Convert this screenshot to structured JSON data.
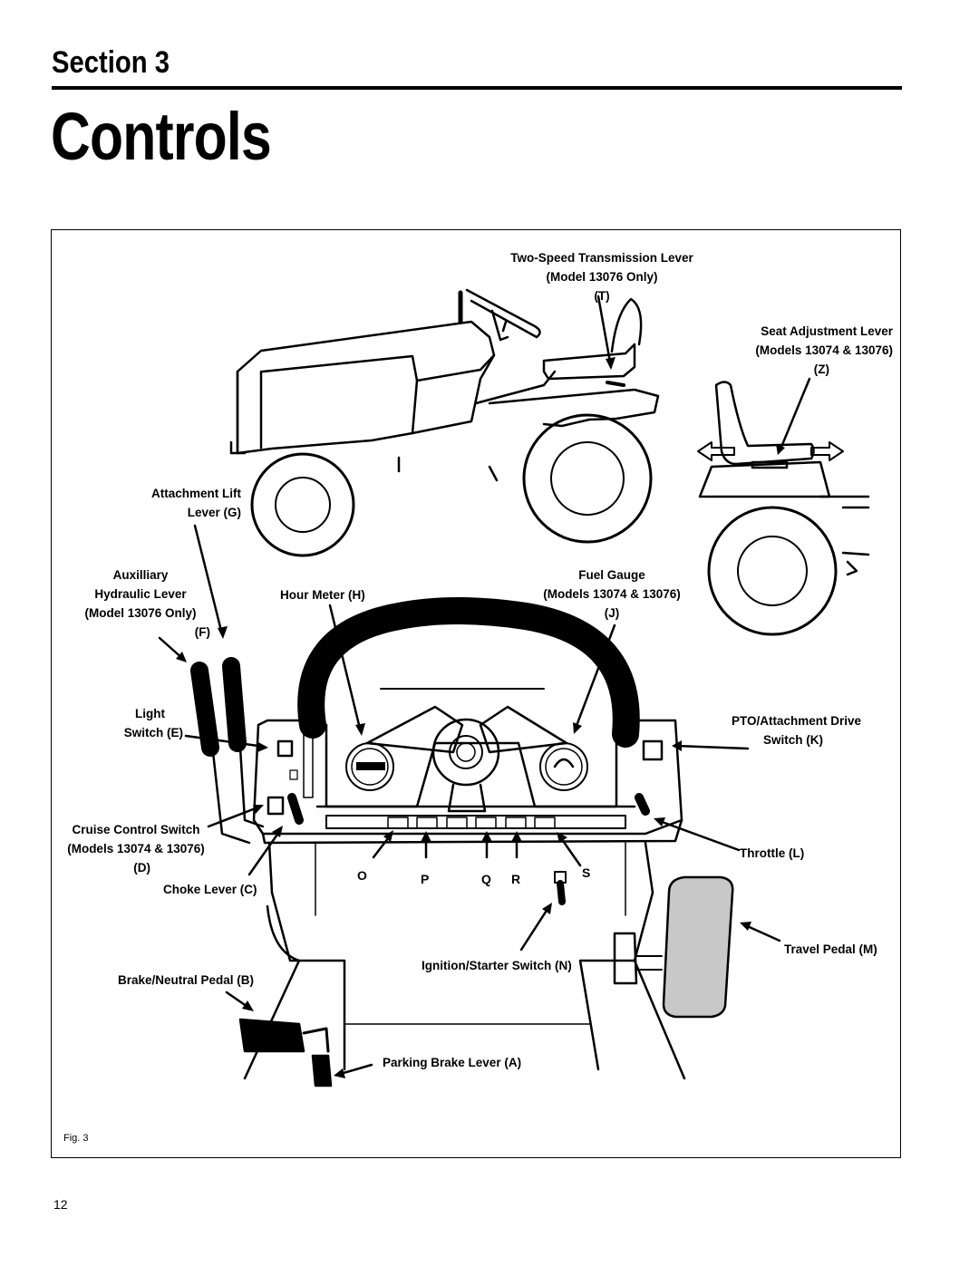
{
  "header": {
    "section": "Section 3",
    "title": "Controls"
  },
  "figure": {
    "caption": "Fig. 3",
    "labels": {
      "two_speed_1": "Two-Speed Transmission Lever",
      "two_speed_2": "(Model 13076 Only)",
      "two_speed_3": "(T)",
      "seat_adj_1": "Seat Adjustment Lever",
      "seat_adj_2": "(Models 13074 & 13076)",
      "seat_adj_3": "(Z)",
      "attach_lift_1": "Attachment Lift",
      "attach_lift_2": "Lever (G)",
      "aux_1": "Auxilliary",
      "aux_2": "Hydraulic Lever",
      "aux_3": "(Model 13076 Only)",
      "aux_4": "(F)",
      "hour_meter": "Hour Meter (H)",
      "fuel_1": "Fuel Gauge",
      "fuel_2": "(Models 13074 & 13076)",
      "fuel_3": "(J)",
      "light_1": "Light",
      "light_2": "Switch (E)",
      "pto_1": "PTO/Attachment Drive",
      "pto_2": "Switch (K)",
      "cruise_1": "Cruise Control Switch",
      "cruise_2": "(Models 13074 & 13076)",
      "cruise_3": "(D)",
      "throttle": "Throttle (L)",
      "choke": "Choke Lever (C)",
      "ignition": "Ignition/Starter Switch (N)",
      "travel_pedal": "Travel Pedal (M)",
      "brake_pedal": "Brake/Neutral Pedal (B)",
      "parking_brake": "Parking Brake Lever (A)"
    },
    "letters": {
      "o": "O",
      "p": "P",
      "q": "Q",
      "r": "R",
      "s": "S"
    }
  },
  "page_number": "12"
}
